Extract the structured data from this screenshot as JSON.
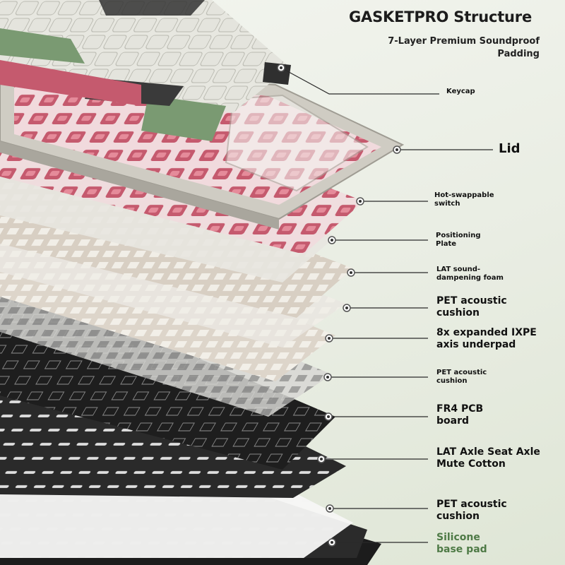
{
  "header": {
    "title": "GASKETPRO Structure",
    "subtitle_line1": "7-Layer Premium Soundproof",
    "subtitle_line2": "Padding"
  },
  "callouts": [
    {
      "line1": "Keycap",
      "line2": ""
    },
    {
      "line1": "Lid",
      "line2": ""
    },
    {
      "line1": "Hot-swappable",
      "line2": "switch"
    },
    {
      "line1": "Positioning",
      "line2": "Plate"
    },
    {
      "line1": "LAT sound-",
      "line2": "dampening foam"
    },
    {
      "line1": "PET acoustic",
      "line2": "cushion"
    },
    {
      "line1": "8x expanded IXPE",
      "line2": "axis underpad"
    },
    {
      "line1": "PET acoustic",
      "line2": "cushion"
    },
    {
      "line1": "FR4 PCB",
      "line2": "board"
    },
    {
      "line1": "LAT Axle Seat Axle",
      "line2": "Mute Cotton"
    },
    {
      "line1": "PET acoustic",
      "line2": "cushion"
    },
    {
      "line1": "Silicone",
      "line2": "base pad"
    }
  ],
  "colors": {
    "keycap_light": "#e3e3dc",
    "keycap_green": "#7a9a72",
    "keycap_dark": "#333333",
    "switch_pink": "#c55a6e",
    "frame": "#c9c6bd",
    "foam": "#d8cfc3",
    "pcb": "#1e1e1e",
    "silicone_label": "#4e7a46"
  }
}
